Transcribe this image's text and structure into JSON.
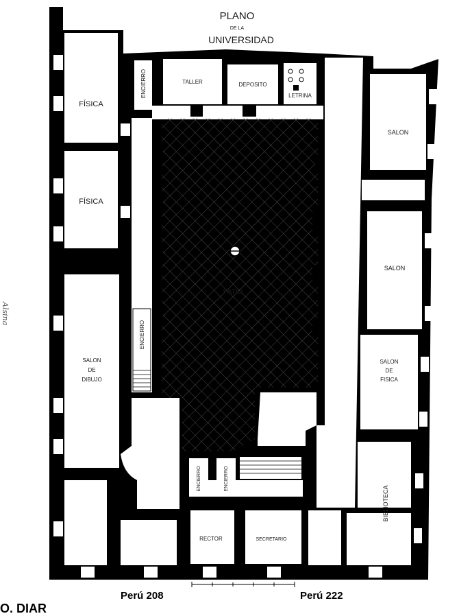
{
  "title": {
    "line1": "PLANO",
    "line2": "DE LA",
    "line3": "UNIVERSIDAD"
  },
  "rooms": {
    "fisica_1": "FÍSICA",
    "fisica_2": "FÍSICA",
    "salon_dibujo": [
      "SALON",
      "DE",
      "DIBUJO"
    ],
    "encierro_top": "ENCIERRO",
    "taller": "TALLER",
    "deposito": "DEPOSITO",
    "letrina": "LETRINA",
    "salon_1": "SALON",
    "salon_2": "SALON",
    "salon_fisica": [
      "SALON",
      "DE",
      "FISICA"
    ],
    "patio": "PATIO",
    "encierro_left": "ENCIERRO",
    "encierro_bottom_1": "ENCIERRO",
    "encierro_bottom_2": "ENCIERRO",
    "biblioteca": "BIBLIOTECA",
    "rector": "RECTOR",
    "secretario": "SECRETARIO"
  },
  "streets": {
    "left": "Perú 208",
    "right": "Perú 222"
  },
  "corner_text": "O. DIAR",
  "margin_note": "Alsina",
  "colors": {
    "wall": "#000000",
    "paper": "#ffffff",
    "grid": "#5a5a5a"
  }
}
